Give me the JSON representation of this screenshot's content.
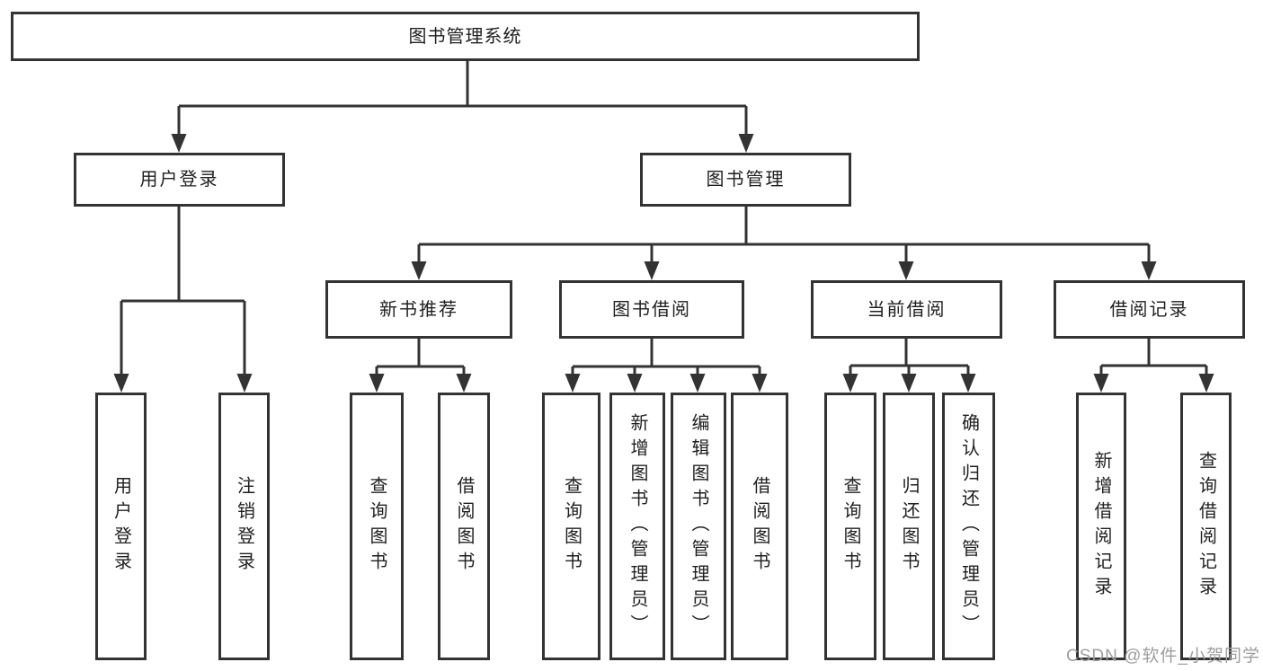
{
  "tree": {
    "root": {
      "label": "图书管理系统"
    },
    "branches": [
      {
        "label": "用户登录",
        "children": [
          {
            "label": "用户登录"
          },
          {
            "label": "注销登录"
          }
        ]
      },
      {
        "label": "图书管理",
        "children": [
          {
            "label": "新书推荐",
            "children": [
              {
                "label": "查询图书"
              },
              {
                "label": "借阅图书"
              }
            ]
          },
          {
            "label": "图书借阅",
            "children": [
              {
                "label": "查询图书"
              },
              {
                "label": "新增图书（管理员）"
              },
              {
                "label": "编辑图书（管理员）"
              },
              {
                "label": "借阅图书"
              }
            ]
          },
          {
            "label": "当前借阅",
            "children": [
              {
                "label": "查询图书"
              },
              {
                "label": "归还图书"
              },
              {
                "label": "确认归还（管理员）"
              }
            ]
          },
          {
            "label": "借阅记录",
            "children": [
              {
                "label": "新增借阅记录"
              },
              {
                "label": "查询借阅记录"
              }
            ]
          }
        ]
      }
    ]
  },
  "watermark": "CSDN @软件_小贺同学",
  "colors": {
    "line": "#333333",
    "text": "#1f1f1f",
    "watermark": "#9e9e9e",
    "background": "#ffffff"
  }
}
